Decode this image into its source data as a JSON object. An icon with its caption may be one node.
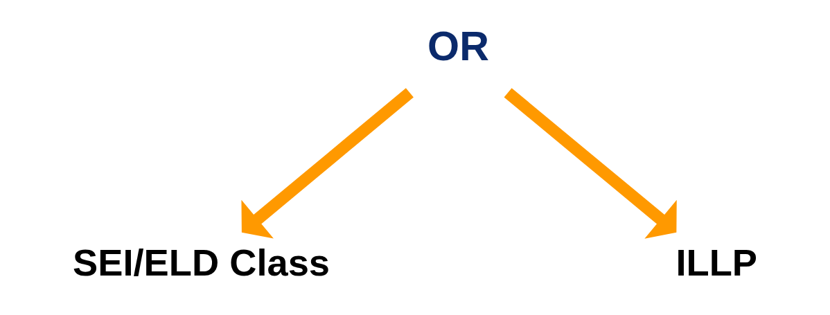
{
  "diagram": {
    "nodes": [
      {
        "text": [
          "OR"
        ]
      },
      {
        "text": [
          "SEI/ELD Class"
        ]
      },
      {
        "text": [
          "ILLP"
        ]
      }
    ],
    "edges": [
      {
        "from": 0,
        "to": 1,
        "arrow": "to"
      },
      {
        "from": 0,
        "to": 2,
        "arrow": "to"
      }
    ]
  }
}
